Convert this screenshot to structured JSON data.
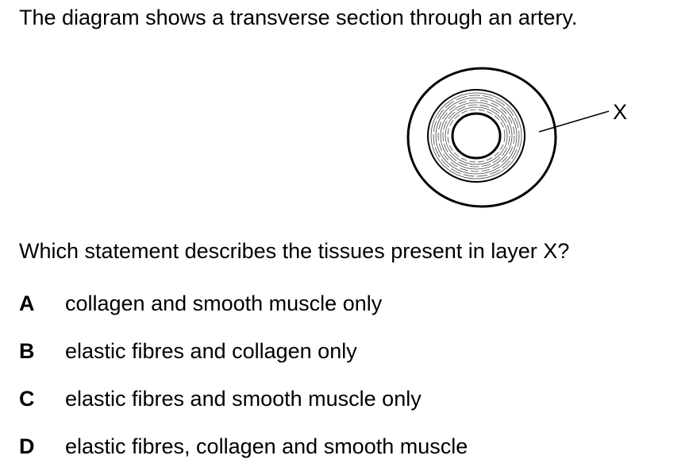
{
  "intro": "The diagram shows a transverse section through an artery.",
  "diagram": {
    "label": "X"
  },
  "question": "Which statement describes the tissues present in layer X?",
  "options": [
    {
      "letter": "A",
      "text": "collagen and smooth muscle only"
    },
    {
      "letter": "B",
      "text": "elastic fibres and collagen only"
    },
    {
      "letter": "C",
      "text": "elastic fibres and smooth muscle only"
    },
    {
      "letter": "D",
      "text": "elastic fibres, collagen and smooth muscle"
    }
  ]
}
